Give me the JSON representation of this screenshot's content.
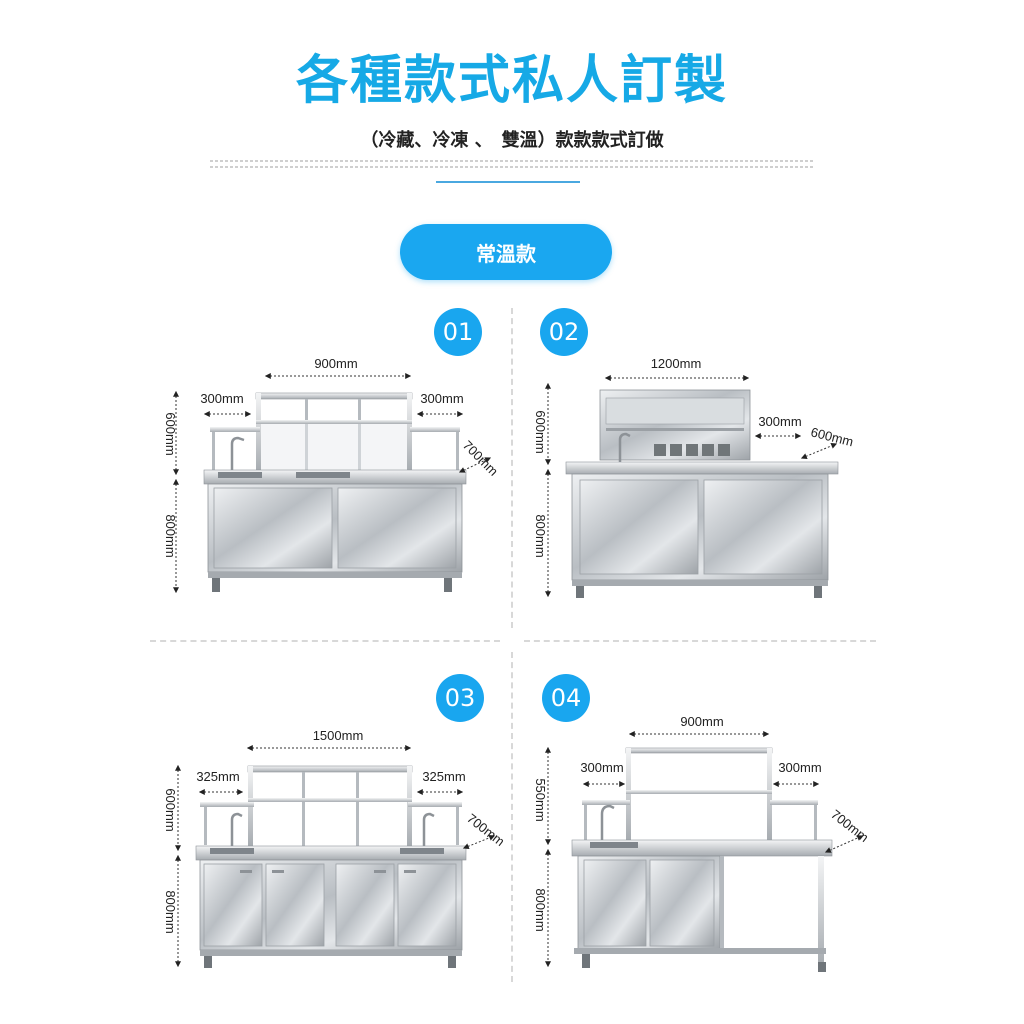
{
  "header": {
    "title": "各種款式私人訂製",
    "subtitle": "（冷藏、冷凍 、　雙溫）款款款式訂做",
    "section_label": "常溫款"
  },
  "colors": {
    "accent": "#16a9e6",
    "steel": "#c8ccd0"
  },
  "products": [
    {
      "number": "01",
      "width": "900mm",
      "left_shelf": "300mm",
      "right_shelf": "300mm",
      "depth": "700mm",
      "upper_height": "600mm",
      "lower_height": "800mm"
    },
    {
      "number": "02",
      "width": "1200mm",
      "shelf": "300mm",
      "depth": "600mm",
      "upper_height": "600mm",
      "lower_height": "800mm"
    },
    {
      "number": "03",
      "width": "1500mm",
      "left_shelf": "325mm",
      "right_shelf": "325mm",
      "depth": "700mm",
      "upper_height": "600mm",
      "lower_height": "800mm"
    },
    {
      "number": "04",
      "width": "900mm",
      "left_shelf": "300mm",
      "right_shelf": "300mm",
      "depth": "700mm",
      "upper_height": "550mm",
      "lower_height": "800mm"
    }
  ]
}
